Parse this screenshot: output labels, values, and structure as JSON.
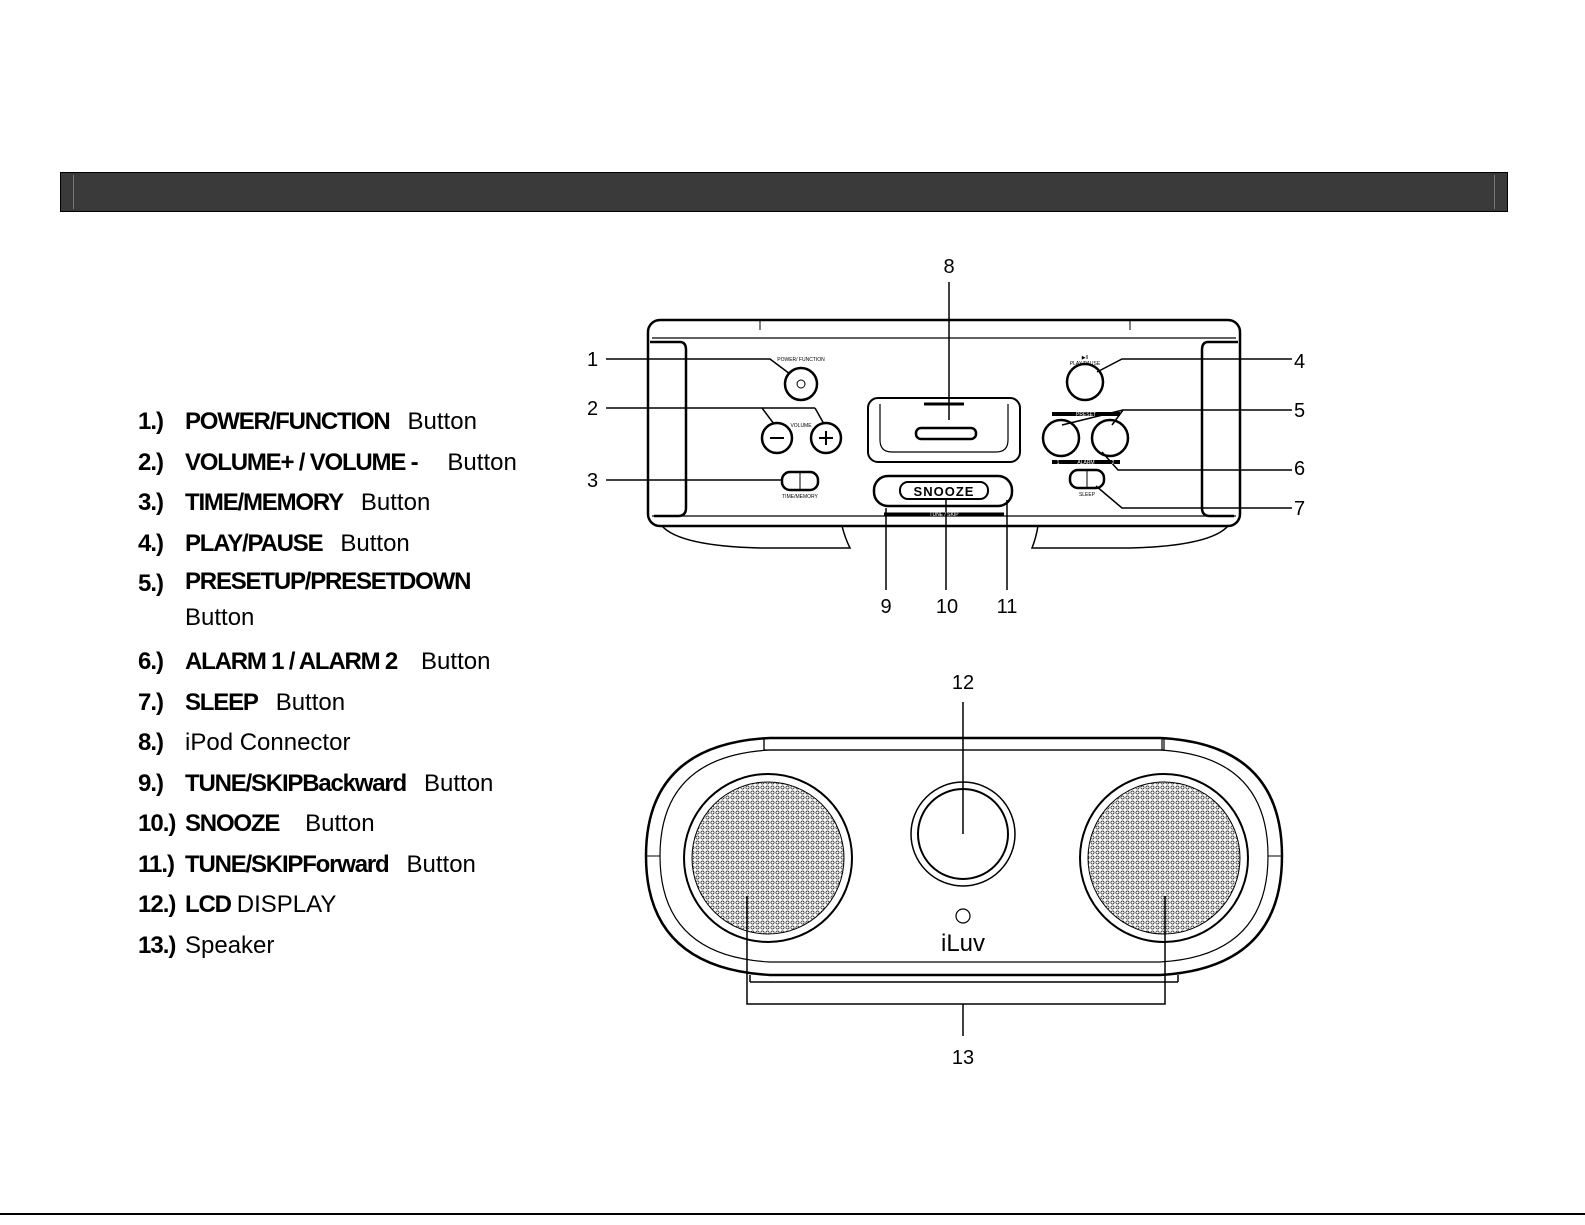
{
  "parts": [
    {
      "num": "1.)",
      "name": "POWER/FUNCTION",
      "suffix": "Button"
    },
    {
      "num": "2.)",
      "name": "VOLUME+ / VOLUME -",
      "suffix": "Button"
    },
    {
      "num": "3.)",
      "name": "TIME/MEMORY",
      "suffix": "Button"
    },
    {
      "num": "4.)",
      "name": "PLAY/PAUSE",
      "suffix": "Button"
    },
    {
      "num": "5.)",
      "name": "PRESETUP/PRESETDOWN",
      "suffix": "Button"
    },
    {
      "num": "6.)",
      "name": "ALARM 1 / ALARM 2",
      "suffix": "Button"
    },
    {
      "num": "7.)",
      "name": "SLEEP",
      "suffix": "Button"
    },
    {
      "num": "8.)",
      "name": "",
      "plain": "iPod Connector"
    },
    {
      "num": "9.)",
      "name": "TUNE/SKIPBackward",
      "suffix": "Button"
    },
    {
      "num": "10.)",
      "name": "SNOOZE",
      "suffix": "Button"
    },
    {
      "num": "11.)",
      "name": "TUNE/SKIPForward",
      "suffix": "Button"
    },
    {
      "num": "12.)",
      "name": "LCD",
      "plain": "DISPLAY"
    },
    {
      "num": "13.)",
      "name": "",
      "plain": "Speaker"
    }
  ],
  "callouts": {
    "c1": "1",
    "c2": "2",
    "c3": "3",
    "c4": "4",
    "c5": "5",
    "c6": "6",
    "c7": "7",
    "c8": "8",
    "c9": "9",
    "c10": "10",
    "c11": "11",
    "c12": "12",
    "c13": "13"
  },
  "device_labels": {
    "power": "POWER/ FUNCTION",
    "volume": "VOLUME",
    "time_memory": "TIME/MEMORY",
    "play_pause": "PLAY/PAUSE",
    "play_pause_symbol": "▶II",
    "preset": "PRESET",
    "alarm": "ALARM",
    "alarm_1": "1",
    "alarm_2": "2",
    "sleep": "SLEEP",
    "snooze": "SNOOZE",
    "tune_skip": "TUNE / SKIP",
    "brand": "iLuv"
  }
}
